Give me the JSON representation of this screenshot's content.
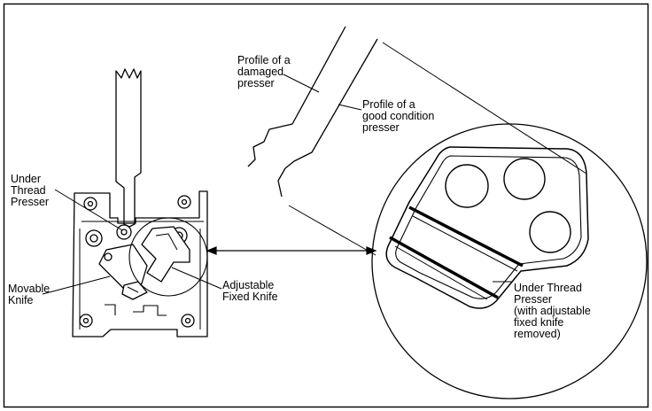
{
  "labels": {
    "damaged_presser": "Profile of a\ndamaged\npresser",
    "good_presser": "Profile of a\ngood condition\npresser",
    "under_thread_presser": "Under\nThread\nPresser",
    "movable_knife": "Movable\nKnife",
    "adjustable_fixed_knife": "Adjustable\nFixed Knife",
    "under_thread_presser_removed": "Under Thread\nPresser\n(with adjustable\nfixed knife\nremoved)"
  }
}
